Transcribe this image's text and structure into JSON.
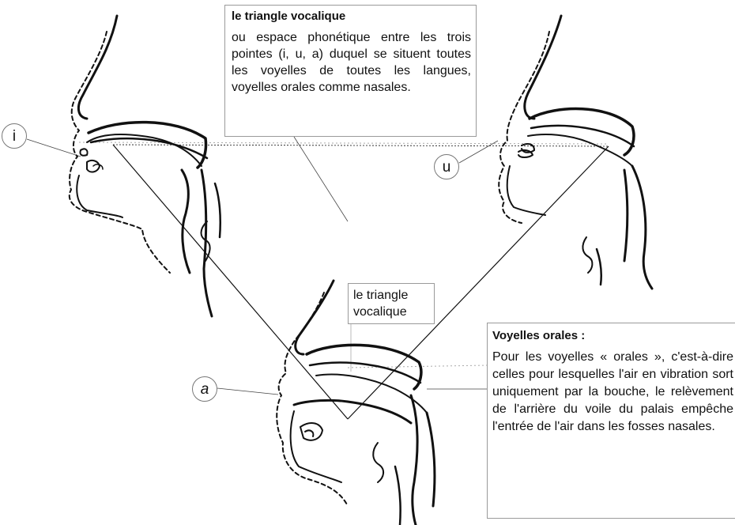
{
  "triangle_box": {
    "title": "le triangle vocalique",
    "text": "ou espace phonétique entre les trois pointes (i, u, a) duquel se situent toutes les voyelles de toutes les langues, voyelles orales comme nasales."
  },
  "small_label": {
    "text": "le triangle vocalique"
  },
  "orales_box": {
    "title": "Voyelles orales :",
    "text": "Pour les voyelles « orales », c'est-à-dire celles pour lesquelles l'air en vibration sort uniquement par la bouche, le relèvement de l'arrière du voile du palais empêche l'entrée de l'air dans les fosses nasales."
  },
  "vowels": {
    "i": "i",
    "u": "u",
    "a": "a"
  },
  "icons": [
    "head-profile-i-icon",
    "head-profile-u-icon",
    "head-profile-a-icon"
  ],
  "colors": {
    "line": "#111111",
    "dashed": "#111111",
    "guide": "#9a9a9a"
  }
}
